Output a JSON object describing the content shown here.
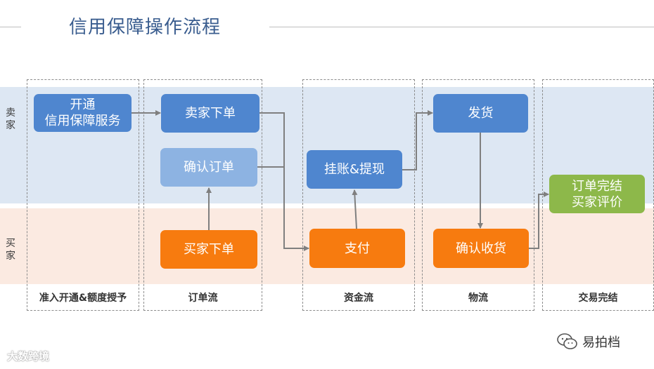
{
  "header": {
    "title": "信用保障操作流程"
  },
  "lanes": {
    "seller": "卖家",
    "buyer": "买家"
  },
  "stages": [
    {
      "label": "准入开通&额度授予"
    },
    {
      "label": "订单流"
    },
    {
      "label": "资金流"
    },
    {
      "label": "物流"
    },
    {
      "label": "交易完结"
    }
  ],
  "nodes": {
    "open_service": "开通\n信用保障服务",
    "seller_order": "卖家下单",
    "confirm_order": "确认订单",
    "buyer_order": "买家下单",
    "account_withdraw": "挂账&提现",
    "payment": "支付",
    "ship": "发货",
    "confirm_receipt": "确认收货",
    "order_complete": "订单完结\n买家评价"
  },
  "colors": {
    "seller_lane": "#dde7f3",
    "buyer_lane": "#fbeae1",
    "blue": "#4f86cf",
    "light_blue": "#8db3e2",
    "orange": "#f77b0f",
    "green": "#8db84a",
    "arrow": "#7f7f7f"
  },
  "footer": {
    "left_watermark": "大数跨境",
    "right_watermark": "易拍档",
    "right_icon": "wechat-icon"
  }
}
